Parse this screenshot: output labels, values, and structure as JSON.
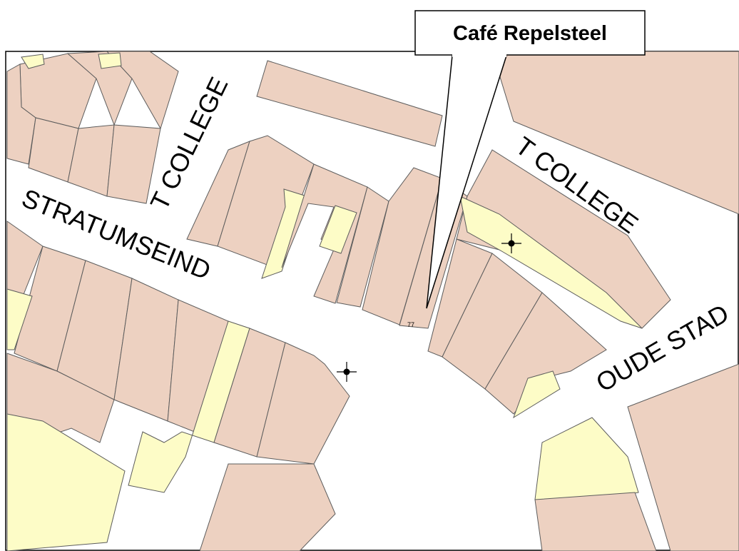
{
  "map": {
    "callout": {
      "title": "Café Repelsteel"
    },
    "street_labels": {
      "stratumseind": "STRATUMSEIND",
      "t_college_left": "T COLLEGE",
      "t_college_right": "T COLLEGE",
      "oude_stad": "OUDE STAD"
    },
    "house_number": "77",
    "colors": {
      "building": "#edd1c1",
      "yard": "#fdfcc7",
      "outline": "#5c5c5c",
      "background": "#ffffff"
    },
    "markers": [
      "crosshair-marker",
      "crosshair-marker"
    ]
  }
}
